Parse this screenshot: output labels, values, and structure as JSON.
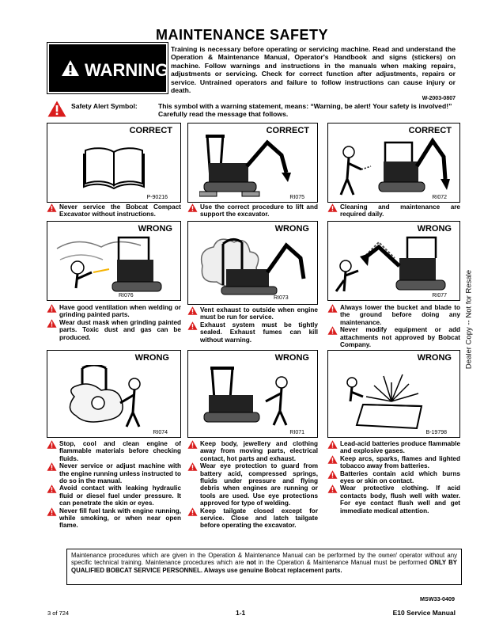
{
  "page_title": "MAINTENANCE SAFETY",
  "warning": {
    "label": "WARNING",
    "text": "Training is necessary before operating or servicing machine. Read and understand the Operation & Maintenance Manual, Operator's Handbook and signs (stickers) on machine. Follow warnings and instructions in the manuals when making repairs, adjustments or servicing. Check for correct function after adjustments, repairs or service. Untrained operators and failure to follow instructions can cause injury or death.",
    "code": "W-2003-0807"
  },
  "safety_alert": {
    "label": "Safety Alert Symbol:",
    "text": "This symbol with a warning statement, means: “Warning, be alert! Your safety is involved!” Carefully read the message that follows."
  },
  "panels": [
    {
      "status": "CORRECT",
      "code": "P-90216",
      "captions": [
        "Never service the Bobcat Compact Excavator without instructions."
      ]
    },
    {
      "status": "CORRECT",
      "code": "RI075",
      "captions": [
        "Use the correct procedure to lift and support the excavator."
      ]
    },
    {
      "status": "CORRECT",
      "code": "RI072",
      "captions": [
        "Cleaning and maintenance are required daily."
      ]
    },
    {
      "status": "WRONG",
      "code": "RI076",
      "captions": [
        "Have good ventilation when welding or grinding painted parts.",
        "Wear dust mask when grinding painted parts. Toxic dust and gas can be produced."
      ]
    },
    {
      "status": "WRONG",
      "code": "RI073",
      "captions": [
        "Vent exhaust to outside when engine must be run for service.",
        "Exhaust system must be tightly sealed. Exhaust fumes can kill without warning."
      ]
    },
    {
      "status": "WRONG",
      "code": "RI077",
      "captions": [
        "Always lower the bucket and blade to the ground before doing any maintenance.",
        "Never modify equipment or add attachments not approved by Bobcat Company."
      ]
    },
    {
      "status": "WRONG",
      "code": "RI074",
      "captions": [
        "Stop, cool and clean engine of flammable materials before checking fluids.",
        "Never service or adjust machine with the engine running unless instructed to do so in the manual.",
        "Avoid contact with leaking hydraulic fluid or diesel fuel under pressure. It can penetrate the skin or eyes.",
        "Never fill fuel tank with engine running, while smoking, or when near open flame."
      ]
    },
    {
      "status": "WRONG",
      "code": "RI071",
      "captions": [
        "Keep body, jewellery and clothing away from moving parts, electrical contact, hot parts and exhaust.",
        "Wear eye protection to guard from battery acid, compressed springs, fluids under pressure and flying debris when engines are running or tools are used. Use eye protections approved for type of welding.",
        "Keep tailgate closed except for service. Close and latch tailgate before operating the excavator."
      ]
    },
    {
      "status": "WRONG",
      "code": "B-19798",
      "captions": [
        "Lead-acid batteries produce flammable and explosive gases.",
        "Keep arcs, sparks, flames and lighted tobacco away from batteries.",
        "Batteries contain acid which burns eyes or skin on contact.",
        "Wear protective clothing. If acid contacts body, flush well with water. For eye contact flush well and get immediate medical attention."
      ]
    }
  ],
  "side_text": "Dealer Copy -- Not for Resale",
  "note": {
    "text_1": "Maintenance procedures which are given in the Operation & Maintenance Manual can be performed by the owner/ operator without any specific technical training. Maintenance procedures which are ",
    "text_not": "not",
    "text_2": " in the Operation & Maintenance Manual must be performed ",
    "text_bold": "ONLY BY QUALIFIED BOBCAT SERVICE PERSONNEL. Always use genuine Bobcat replacement parts."
  },
  "doc_code": "MSW33-0409",
  "footer": {
    "left": "3 of 724",
    "center": "1-1",
    "right": "E10 Service Manual"
  }
}
